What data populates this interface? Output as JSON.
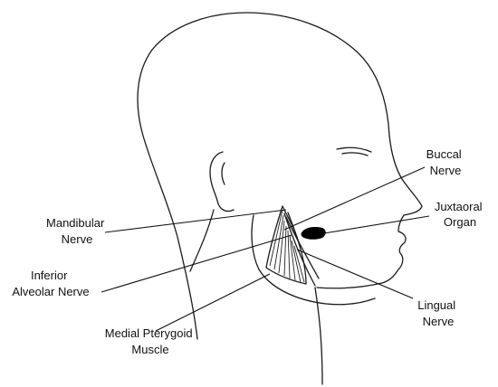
{
  "labels": {
    "buccal_nerve": [
      "Buccal",
      "Nerve"
    ],
    "juxtaoral_organ": [
      "Juxtaoral",
      "Organ"
    ],
    "mandibular_nerve": [
      "Mandibular",
      "Nerve"
    ],
    "inferior_alveolar_nerve": [
      "Inferior",
      "Alveolar Nerve"
    ],
    "lingual_nerve": [
      "Lingual",
      "Nerve"
    ],
    "medial_pterygoid_muscle": [
      "Medial Pterygoid",
      "Muscle"
    ]
  },
  "colors": {
    "line": "#1a1a1a",
    "organ": "#000000",
    "background": "#ffffff"
  }
}
